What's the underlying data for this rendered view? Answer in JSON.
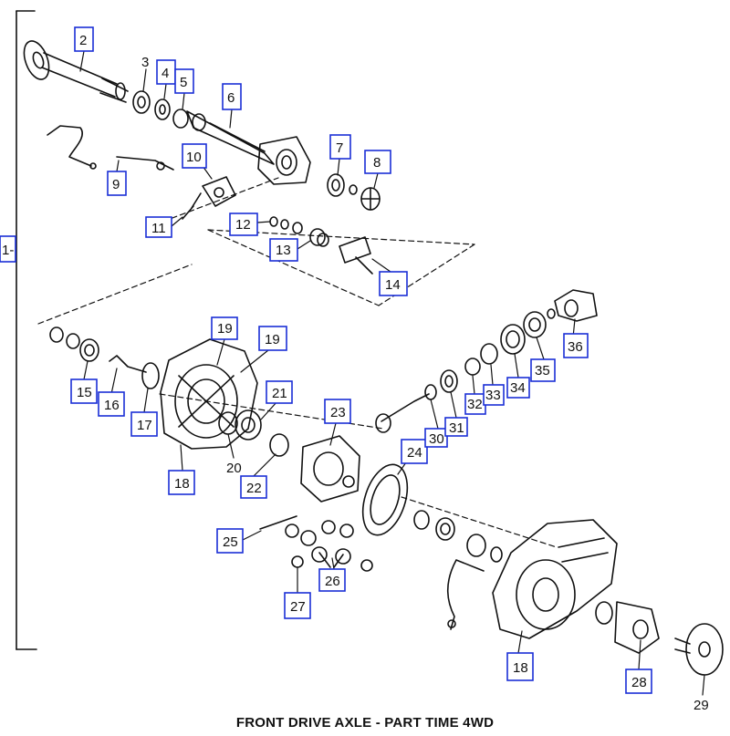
{
  "title": "FRONT DRIVE AXLE - PART TIME 4WD",
  "colors": {
    "callout_box": "#1a2fd6",
    "line": "#111111",
    "background": "#ffffff"
  },
  "callouts": [
    {
      "label": "1-",
      "boxed": true
    },
    {
      "label": "2",
      "boxed": true
    },
    {
      "label": "3",
      "boxed": false
    },
    {
      "label": "4",
      "boxed": true
    },
    {
      "label": "5",
      "boxed": true
    },
    {
      "label": "6",
      "boxed": true
    },
    {
      "label": "7",
      "boxed": true
    },
    {
      "label": "8",
      "boxed": true
    },
    {
      "label": "9",
      "boxed": true
    },
    {
      "label": "10",
      "boxed": true
    },
    {
      "label": "11",
      "boxed": true
    },
    {
      "label": "12",
      "boxed": true
    },
    {
      "label": "13",
      "boxed": true
    },
    {
      "label": "14",
      "boxed": true
    },
    {
      "label": "15",
      "boxed": true
    },
    {
      "label": "16",
      "boxed": true
    },
    {
      "label": "17",
      "boxed": true
    },
    {
      "label": "18",
      "boxed": true
    },
    {
      "label": "19",
      "boxed": true
    },
    {
      "label": "19",
      "boxed": true
    },
    {
      "label": "20",
      "boxed": false
    },
    {
      "label": "21",
      "boxed": true
    },
    {
      "label": "22",
      "boxed": true
    },
    {
      "label": "23",
      "boxed": true
    },
    {
      "label": "24",
      "boxed": true
    },
    {
      "label": "25",
      "boxed": true
    },
    {
      "label": "26",
      "boxed": true
    },
    {
      "label": "27",
      "boxed": true
    },
    {
      "label": "18",
      "boxed": true
    },
    {
      "label": "28",
      "boxed": true
    },
    {
      "label": "29",
      "boxed": false
    },
    {
      "label": "30",
      "boxed": true
    },
    {
      "label": "31",
      "boxed": true
    },
    {
      "label": "32",
      "boxed": true
    },
    {
      "label": "33",
      "boxed": true
    },
    {
      "label": "34",
      "boxed": true
    },
    {
      "label": "35",
      "boxed": true
    },
    {
      "label": "36",
      "boxed": true
    }
  ]
}
